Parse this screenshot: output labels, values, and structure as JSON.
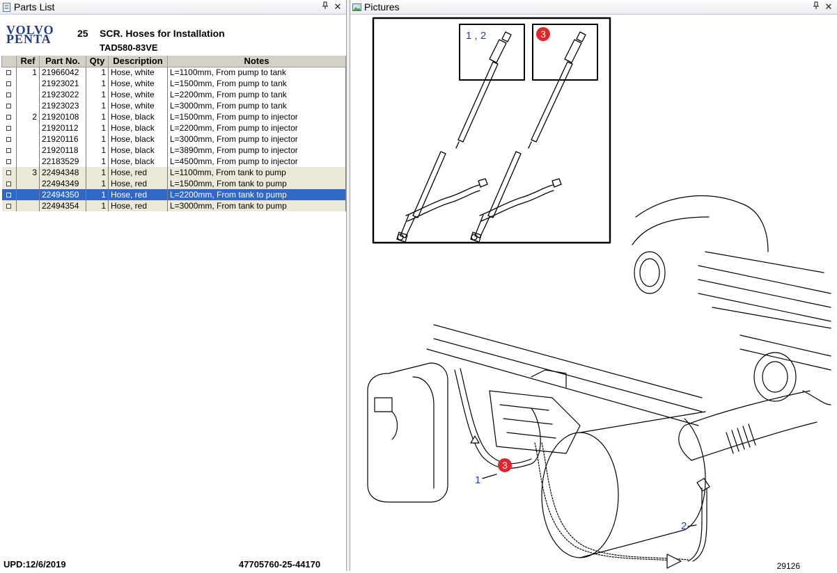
{
  "parts_pane": {
    "title": "Parts List",
    "pin_glyph": "ᵖ",
    "close_glyph": "✕",
    "brand": {
      "line1": "VOLVO",
      "line2": "PENTA"
    },
    "section_no": "25",
    "section_title": "SCR. Hoses for Installation",
    "model": "TAD580-83VE",
    "columns": [
      "Ref",
      "Part No.",
      "Qty",
      "Description",
      "Notes"
    ],
    "rows": [
      {
        "ref": "1",
        "part_no": "21966042",
        "qty": "1",
        "description": "Hose, white",
        "notes": "L=1100mm, From pump to tank",
        "style": "white"
      },
      {
        "ref": "",
        "part_no": "21923021",
        "qty": "1",
        "description": "Hose, white",
        "notes": "L=1500mm, From pump to tank",
        "style": "white"
      },
      {
        "ref": "",
        "part_no": "21923022",
        "qty": "1",
        "description": "Hose, white",
        "notes": "L=2200mm, From pump to tank",
        "style": "white"
      },
      {
        "ref": "",
        "part_no": "21923023",
        "qty": "1",
        "description": "Hose, white",
        "notes": "L=3000mm, From pump to tank",
        "style": "white"
      },
      {
        "ref": "2",
        "part_no": "21920108",
        "qty": "1",
        "description": "Hose, black",
        "notes": "L=1500mm, From pump to injector",
        "style": "white"
      },
      {
        "ref": "",
        "part_no": "21920112",
        "qty": "1",
        "description": "Hose, black",
        "notes": "L=2200mm, From pump to injector",
        "style": "white"
      },
      {
        "ref": "",
        "part_no": "21920116",
        "qty": "1",
        "description": "Hose, black",
        "notes": "L=3000mm, From pump to injector",
        "style": "white"
      },
      {
        "ref": "",
        "part_no": "21920118",
        "qty": "1",
        "description": "Hose, black",
        "notes": "L=3890mm, From pump to injector",
        "style": "white"
      },
      {
        "ref": "",
        "part_no": "22183529",
        "qty": "1",
        "description": "Hose, black",
        "notes": "L=4500mm, From pump to injector",
        "style": "white"
      },
      {
        "ref": "3",
        "part_no": "22494348",
        "qty": "1",
        "description": "Hose, red",
        "notes": "L=1100mm, From tank to pump",
        "style": "tan"
      },
      {
        "ref": "",
        "part_no": "22494349",
        "qty": "1",
        "description": "Hose, red",
        "notes": "L=1500mm, From tank to pump",
        "style": "tan"
      },
      {
        "ref": "",
        "part_no": "22494350",
        "qty": "1",
        "description": "Hose, red",
        "notes": "L=2200mm, From tank to pump",
        "style": "selected"
      },
      {
        "ref": "",
        "part_no": "22494354",
        "qty": "1",
        "description": "Hose, red",
        "notes": "L=3000mm, From tank to pump",
        "style": "tan"
      }
    ],
    "footer_date": "UPD:12/6/2019",
    "footer_ref": "47705760-25-44170"
  },
  "pictures_pane": {
    "title": "Pictures",
    "pin_glyph": "ᵖ",
    "close_glyph": "✕",
    "inset_label_a": "1 , 2",
    "inset_label_b": "3",
    "callout_1": "1",
    "callout_2": "2",
    "callout_3": "3",
    "drawing_number": "29126"
  },
  "colors": {
    "selected_row": "#3168c8",
    "tan_row": "#ece9d8",
    "callout_blue": "#1f3fbf",
    "callout_red": "#e0262b",
    "logo_blue": "#1c3b8a"
  }
}
